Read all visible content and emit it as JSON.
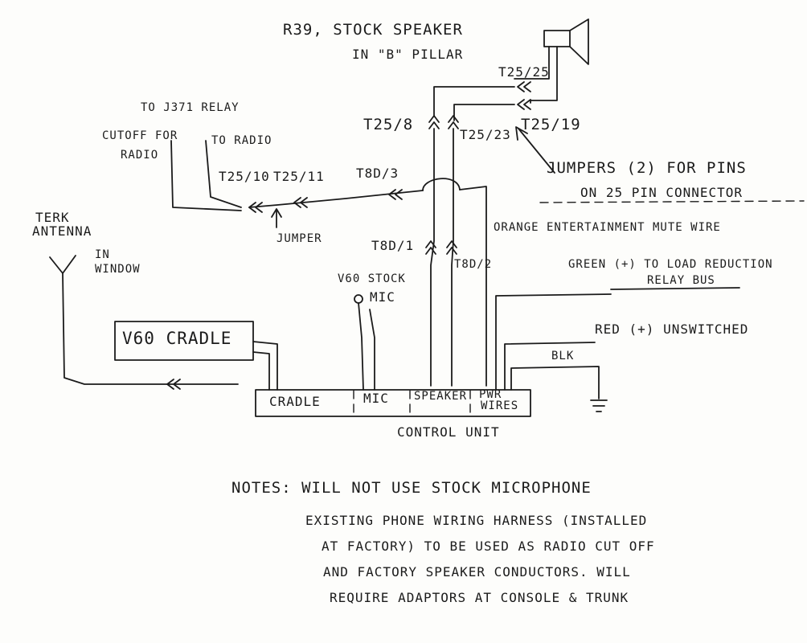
{
  "speaker": {
    "title_line1": "R39, Stock Speaker",
    "title_line2": "in \"B\" Pillar"
  },
  "pins": {
    "t25_25": "T25/25",
    "t25_8": "T25/8",
    "t25_23": "T25/23",
    "t25_19": "T25/19",
    "t25_10": "T25/10",
    "t25_11": "T25/11",
    "t8d_3": "T8D/3",
    "t8d_1": "T8D/1",
    "t8d_2": "T8D/2"
  },
  "relay": {
    "line1": "To J371 Relay",
    "cutoff_line1": "Cutoff for",
    "cutoff_line2": "Radio",
    "to_radio": "To Radio"
  },
  "jumper": {
    "label": "Jumper"
  },
  "jumpers_note": {
    "line1": "Jumpers (2) for Pins",
    "line2": "on 25 pin connector"
  },
  "mute_wire": "Orange Entertainment Mute Wire",
  "antenna": {
    "line1": "Terk",
    "line2": "Antenna",
    "line3": "in",
    "line4": "Window"
  },
  "mic": {
    "line1": "V60 Stock",
    "line2": "Mic"
  },
  "cradle": {
    "label": "V60 Cradle"
  },
  "power": {
    "green": "Green (+) to Load Reduction",
    "green_line2": "Relay Bus",
    "red": "Red (+) Unswitched",
    "blk": "BLK"
  },
  "control_unit": {
    "sections": [
      "Cradle",
      "Mic",
      "Speaker",
      "PWR"
    ],
    "pwr_line2": "Wires",
    "caption": "Control Unit"
  },
  "notes": {
    "line1": "Notes: Will not use stock microphone",
    "line2": "Existing phone wiring harness (installed",
    "line3": "at factory) to be used as radio cut off",
    "line4": "and factory speaker conductors. Will",
    "line5": "require adaptors at console & trunk"
  }
}
